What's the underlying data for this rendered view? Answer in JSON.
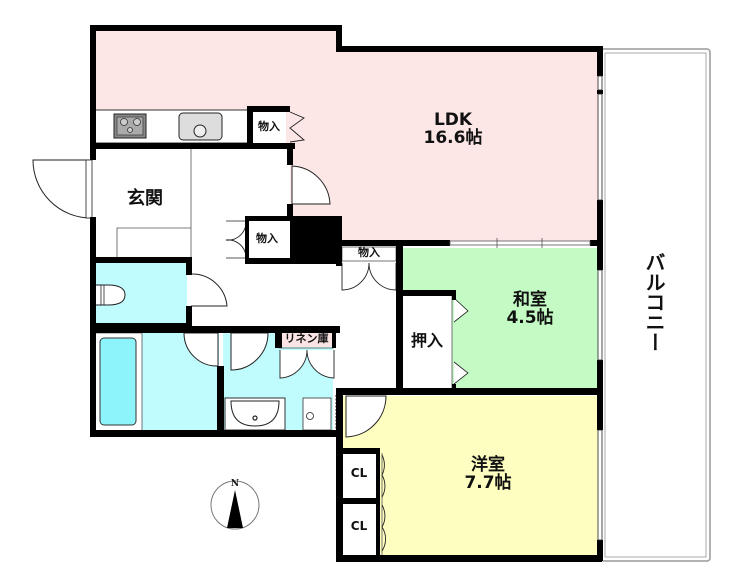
{
  "colors": {
    "ldk": "#fde6e6",
    "washitsu": "#c4fbc4",
    "yoshitsu": "#fefec0",
    "wet": "#c0fbfd",
    "tub": "#8ef4fb",
    "linen": "#fbe4e4",
    "wall": "#000000"
  },
  "rooms": {
    "ldk": {
      "name": "LDK",
      "size": "16.6帖"
    },
    "washitsu": {
      "name": "和室",
      "size": "4.5帖"
    },
    "yoshitsu": {
      "name": "洋室",
      "size": "7.7帖"
    },
    "genkan": {
      "name": "玄関"
    },
    "balcony": {
      "name": "バルコニー"
    }
  },
  "storage": {
    "kitchen_closet": "物入",
    "hall_closet": "物入",
    "corridor_closet": "物入",
    "oshiire": "押入",
    "linen": "リネン庫",
    "cl1": "CL",
    "cl2": "CL"
  },
  "compass": {
    "north": "N"
  }
}
